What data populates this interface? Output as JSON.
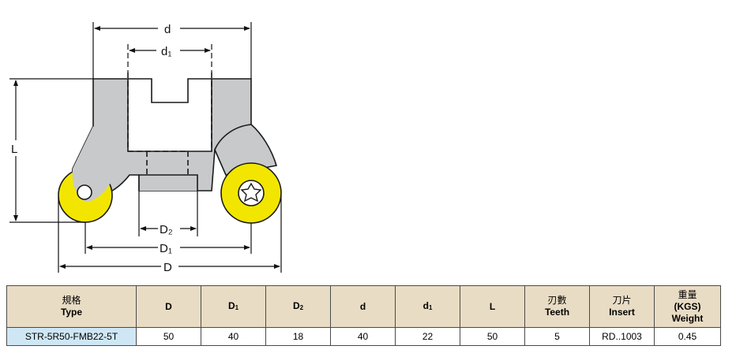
{
  "drawing": {
    "labels": {
      "d": "d",
      "d1": "d₁",
      "L": "L",
      "D2": "D₂",
      "D1": "D₁",
      "D": "D"
    },
    "colors": {
      "body": "#c8c9cb",
      "insert": "#f2e600",
      "outline": "#1a1a1a"
    }
  },
  "table": {
    "headers": [
      {
        "zh": "規格",
        "en": "Type"
      },
      {
        "main": "D",
        "sub": ""
      },
      {
        "main": "D",
        "sub": "1"
      },
      {
        "main": "D",
        "sub": "2"
      },
      {
        "main": "d",
        "sub": ""
      },
      {
        "main": "d",
        "sub": "1"
      },
      {
        "main": "L",
        "sub": ""
      },
      {
        "zh": "刃數",
        "en": "Teeth"
      },
      {
        "zh": "刀片",
        "en": "Insert"
      },
      {
        "zh": "重量",
        "en": "(KGS)",
        "en2": "Weight"
      }
    ],
    "row": {
      "type": "STR-5R50-FMB22-5T",
      "D": "50",
      "D1": "40",
      "D2": "18",
      "d": "40",
      "d1": "22",
      "L": "50",
      "teeth": "5",
      "insert": "RD..1003",
      "weight": "0.45"
    },
    "colors": {
      "header_bg": "#e9dcc4",
      "type_bg": "#cfe7f5"
    }
  }
}
